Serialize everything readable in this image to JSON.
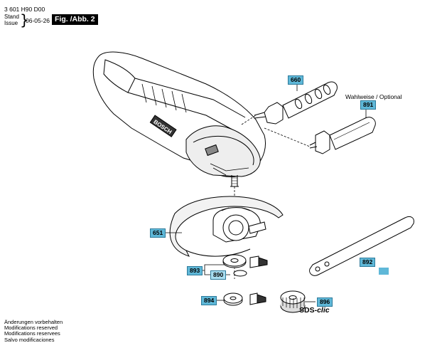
{
  "header": {
    "code": "3 601 H90 D00",
    "stand_label": "Stand",
    "issue_label": "Issue",
    "brace": "}",
    "date": "06-05-26",
    "figure_label": "Fig. /Abb. 2"
  },
  "optional_note": "Wahlweise / Optional",
  "brand_text": "BOSCH",
  "callouts": {
    "p660": "660",
    "p891": "891",
    "p651": "651",
    "p892": "892",
    "p893": "893",
    "p890": "890",
    "p894": "894",
    "p896": "896"
  },
  "sds_prefix": "SDS-",
  "sds_suffix": "clic",
  "footer": [
    "Änderungen vorbehalten",
    "Modifications reserved",
    "Modifications reservees",
    "Salvo modificaciones"
  ],
  "colors": {
    "callout_fill": "#5fb8d8",
    "line": "#000000"
  }
}
